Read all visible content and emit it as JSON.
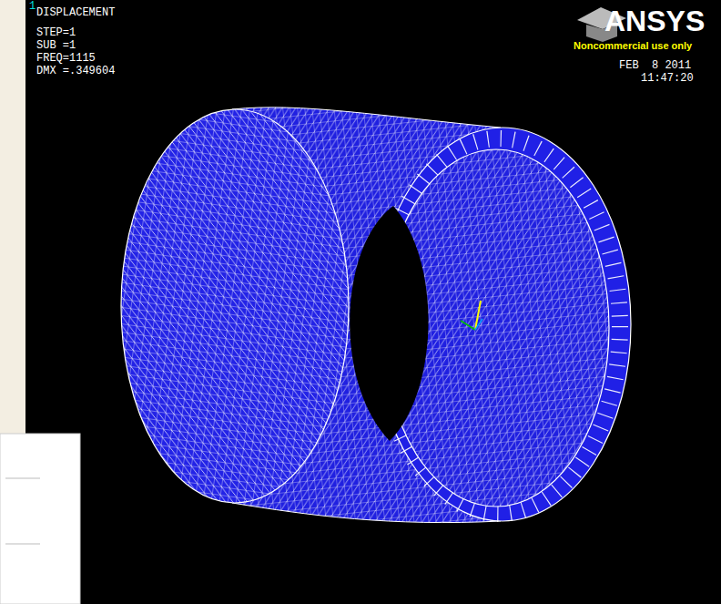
{
  "diagram": {
    "labels": [
      "1",
      "DISPLACEMENT",
      "STEP=1",
      "SUB =1",
      "FREQ=1115",
      "DMX =.349604",
      "ANSYS",
      "Noncommercial use only",
      "FEB  8 2011",
      "11:47:20"
    ]
  }
}
